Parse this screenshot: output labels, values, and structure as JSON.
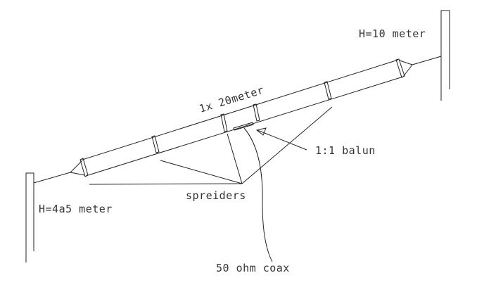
{
  "labels": {
    "height_high": "H=10 meter",
    "height_low": "H=4a5 meter",
    "length": "1x 20meter",
    "balun": "1:1 balun",
    "spreaders": "spreiders",
    "coax": "50 ohm coax"
  }
}
